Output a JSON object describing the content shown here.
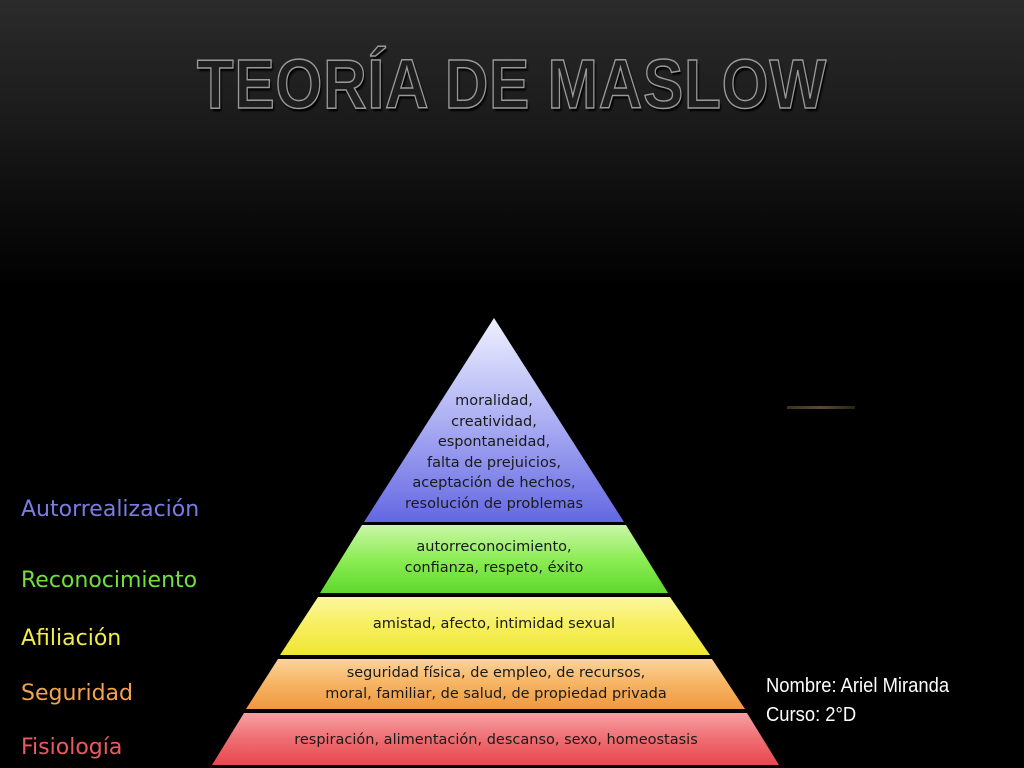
{
  "slide": {
    "title": "TEORÍA DE MASLOW"
  },
  "levels": [
    {
      "name": "Autorrealización",
      "color": "#7a7ce6",
      "lines": [
        "moralidad,",
        "creatividad,",
        "espontaneidad,",
        "falta de prejuicios,",
        "aceptación de hechos,",
        "resolución de problemas"
      ]
    },
    {
      "name": "Reconocimiento",
      "color": "#6fe03c",
      "lines": [
        "autorreconocimiento,",
        "confianza, respeto, éxito"
      ]
    },
    {
      "name": "Afiliación",
      "color": "#f3ec45",
      "lines": [
        "amistad, afecto, intimidad sexual"
      ]
    },
    {
      "name": "Seguridad",
      "color": "#f3a24e",
      "lines": [
        "seguridad física, de empleo, de recursos,",
        "moral, familiar, de salud, de propiedad privada"
      ]
    },
    {
      "name": "Fisiología",
      "color": "#ec5a5f",
      "lines": [
        "respiración, alimentación, descanso, sexo, homeostasis"
      ]
    }
  ],
  "student": {
    "name_line": "Nombre: Ariel Miranda",
    "course_line": "Curso: 2°D"
  }
}
